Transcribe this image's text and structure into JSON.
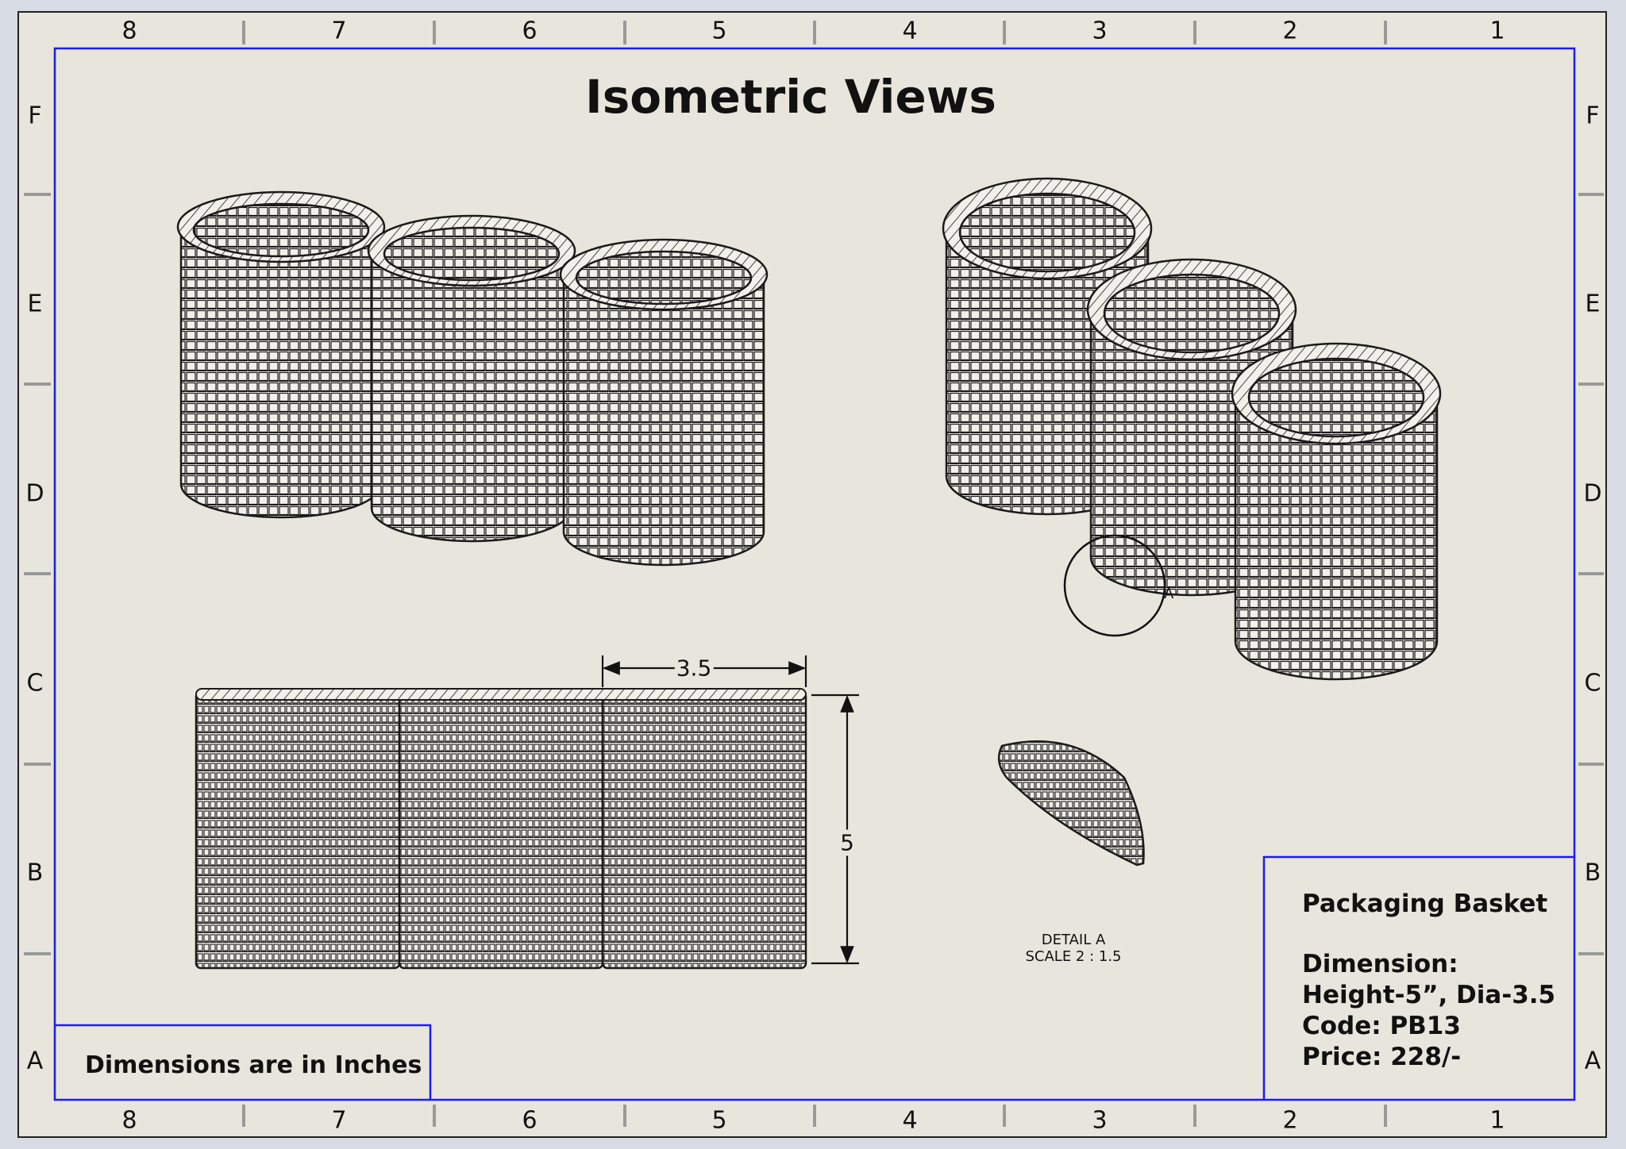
{
  "sheet": {
    "title": "Isometric Views",
    "column_labels": [
      "8",
      "7",
      "6",
      "5",
      "4",
      "3",
      "2",
      "1"
    ],
    "row_labels": [
      "F",
      "E",
      "D",
      "C",
      "B",
      "A"
    ]
  },
  "notes": {
    "units": "Dimensions are in Inches"
  },
  "dimensions": {
    "diameter": "3.5",
    "height": "5"
  },
  "detail": {
    "marker": "A",
    "line1": "DETAIL A",
    "line2": "SCALE 2 : 1.5"
  },
  "title_block": {
    "product": "Packaging Basket",
    "dimension_label": "Dimension:",
    "dimension_value": "Height-5”, Dia-3.5",
    "code": "Code: PB13",
    "price": "Price: 228/-"
  },
  "colors": {
    "sheet_background": "#e8e6dc",
    "frame_blue": "#1a1aff",
    "line": "#1a1a1a"
  }
}
